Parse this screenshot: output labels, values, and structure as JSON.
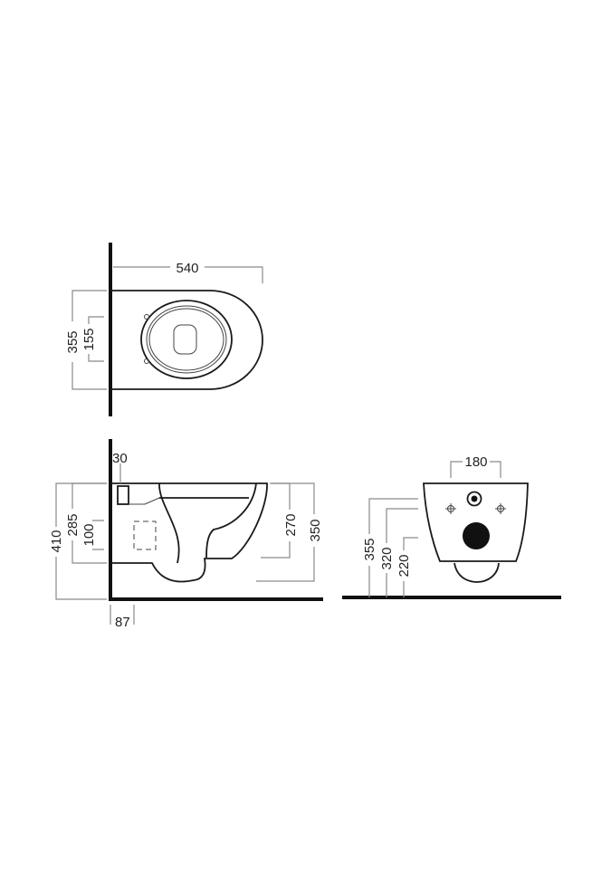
{
  "top_view": {
    "width": "540",
    "depth": "355",
    "bolt_spacing": "155"
  },
  "side_view": {
    "overall_height": "410",
    "top_to_inlet": "285",
    "inlet_size": "100",
    "offset": "30",
    "wall_gap": "87",
    "outlet_270": "270",
    "outlet_350": "350"
  },
  "front_view": {
    "bolt_width": "180",
    "h_355": "355",
    "h_320": "320",
    "h_220": "220"
  }
}
